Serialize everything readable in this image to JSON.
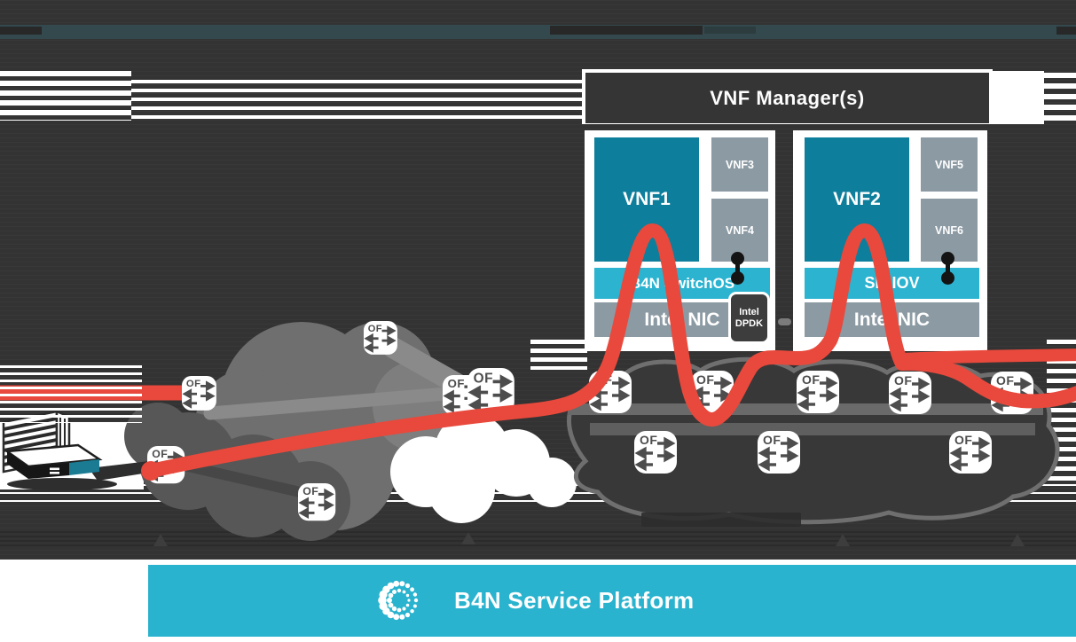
{
  "header": {
    "title": "VNF Manager(s)"
  },
  "servers": [
    {
      "vnf_main": "VNF1",
      "vnf_small_top": "VNF3",
      "vnf_small_bottom": "VNF4",
      "virt_layer": "B4N SwitchOS",
      "nic": "Intel NIC",
      "badge_top": "Intel",
      "badge_bottom": "DPDK"
    },
    {
      "vnf_main": "VNF2",
      "vnf_small_top": "VNF5",
      "vnf_small_bottom": "VNF6",
      "virt_layer": "SR-IOV",
      "nic": "Intel NIC"
    }
  ],
  "network": {
    "switch_label": "OF"
  },
  "footer": {
    "platform_label": "B4N Service Platform"
  },
  "colors": {
    "vnf_teal": "#0d7e9b",
    "layer_cyan": "#2bb3d0",
    "component_gray": "#8c9aa3",
    "service_path_red": "#e8493c",
    "banner_cyan": "#2ab3ce",
    "background_dark": "#333333"
  }
}
